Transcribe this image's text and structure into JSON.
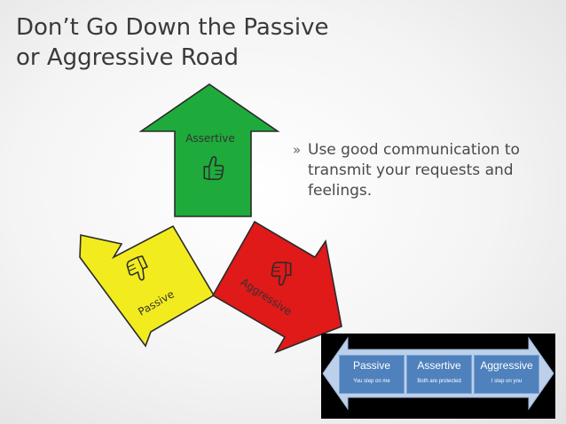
{
  "title": {
    "line1": "Don’t Go Down the Passive",
    "line2": "or Aggressive Road"
  },
  "bullet": {
    "mark": "»",
    "text": "Use good communication to transmit your requests and feelings."
  },
  "arrows": [
    {
      "id": "assertive",
      "label": "Assertive",
      "color": "#1faa3c",
      "icon": "thumbs-up-icon"
    },
    {
      "id": "passive",
      "label": "Passive",
      "color": "#f2ec1e",
      "icon": "thumbs-down-icon"
    },
    {
      "id": "aggressive",
      "label": "Aggressive",
      "color": "#e01919",
      "icon": "thumbs-down-icon"
    }
  ],
  "spectrum": {
    "colors": {
      "arrow": "#bcd0ea",
      "box": "#4f81bd"
    },
    "boxes": [
      {
        "title": "Passive",
        "sub": "You step on me"
      },
      {
        "title": "Assertive",
        "sub": "Both are protected"
      },
      {
        "title": "Aggressive",
        "sub": "I step on you"
      }
    ]
  }
}
